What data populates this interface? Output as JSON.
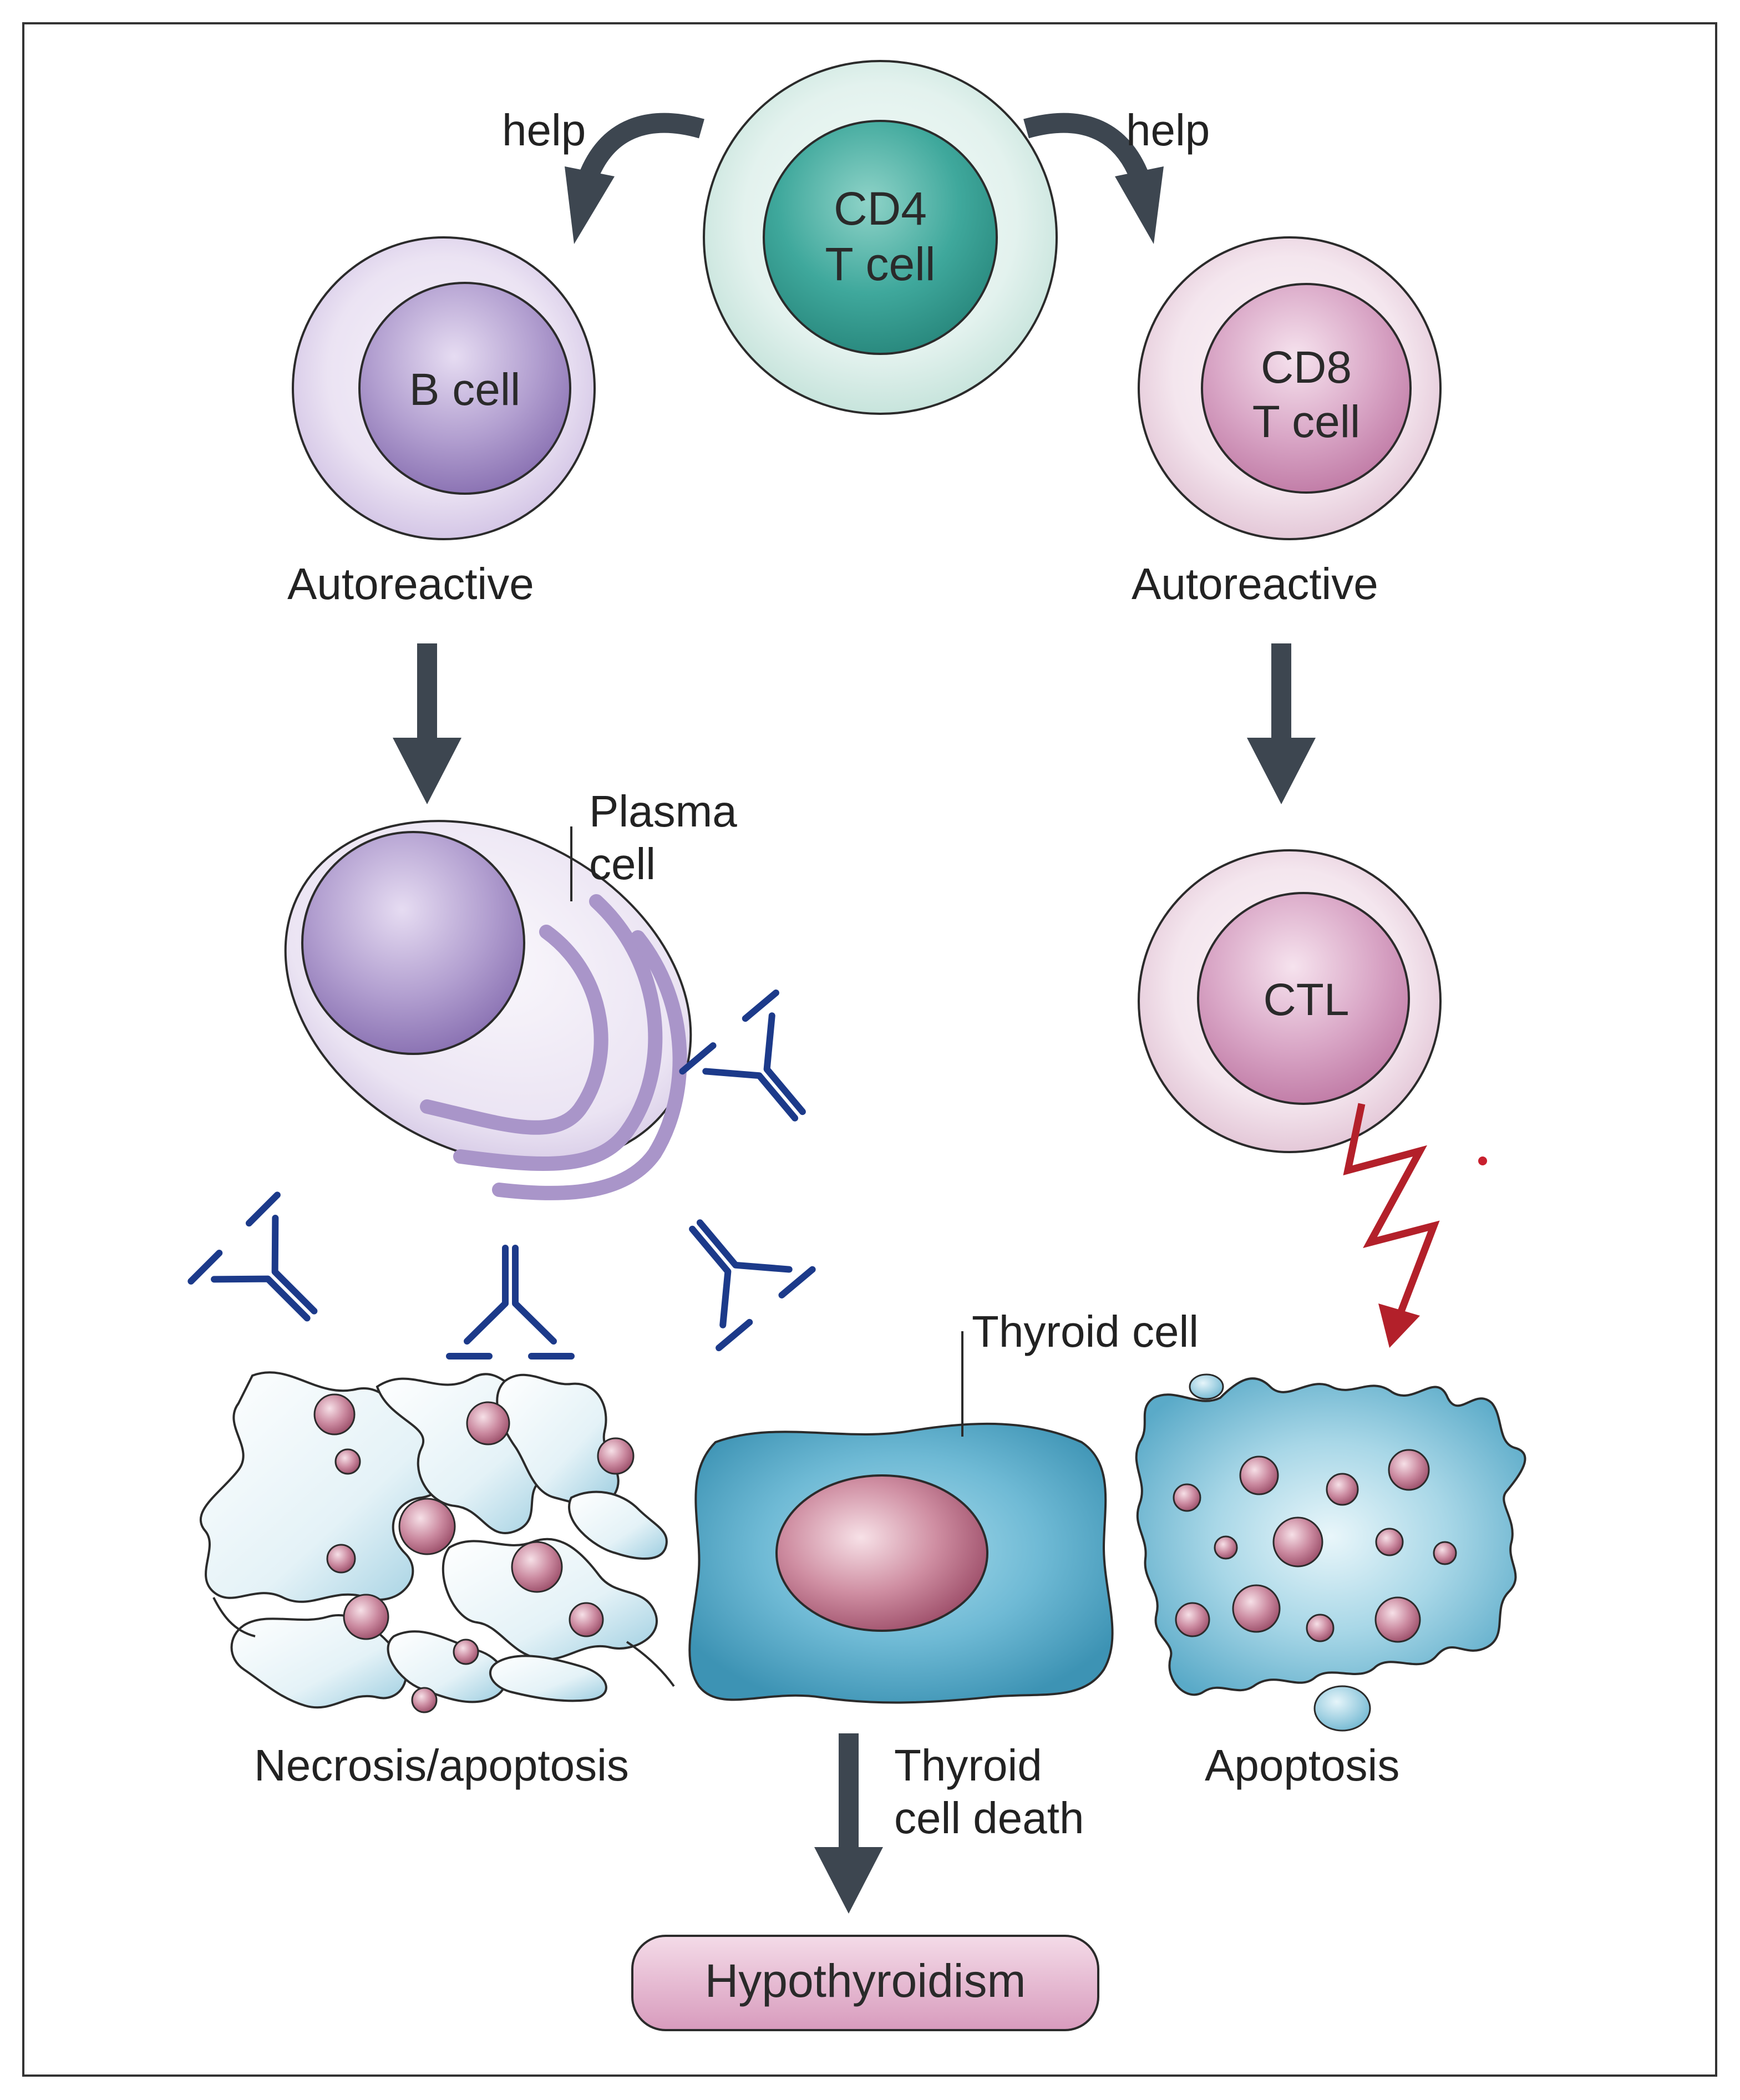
{
  "cells": {
    "cd4": {
      "line1": "CD4",
      "line2": "T cell"
    },
    "b_cell": {
      "label": "B cell"
    },
    "cd8": {
      "line1": "CD8",
      "line2": "T cell"
    },
    "ctl": {
      "label": "CTL"
    }
  },
  "arrows": {
    "help_left": "help",
    "help_right": "help"
  },
  "labels": {
    "autoreactive_left": "Autoreactive",
    "autoreactive_right": "Autoreactive",
    "plasma_line1": "Plasma",
    "plasma_line2": "cell",
    "thyroid_cell": "Thyroid cell",
    "necrosis": "Necrosis/apoptosis",
    "apoptosis": "Apoptosis",
    "death_line1": "Thyroid",
    "death_line2": "cell death"
  },
  "outcome": {
    "label": "Hypothyroidism"
  },
  "colors": {
    "teal_cell": "#2f9e93",
    "purple_cell": "#9d86bf",
    "pink_cell": "#cc8bb4",
    "thyroid_blue": "#5fb3cf",
    "nucleus_rose": "#b66a82",
    "antibody_blue": "#1c3a8a",
    "arrow_gray": "#3d4650",
    "cytotoxic_red": "#b3202a"
  }
}
